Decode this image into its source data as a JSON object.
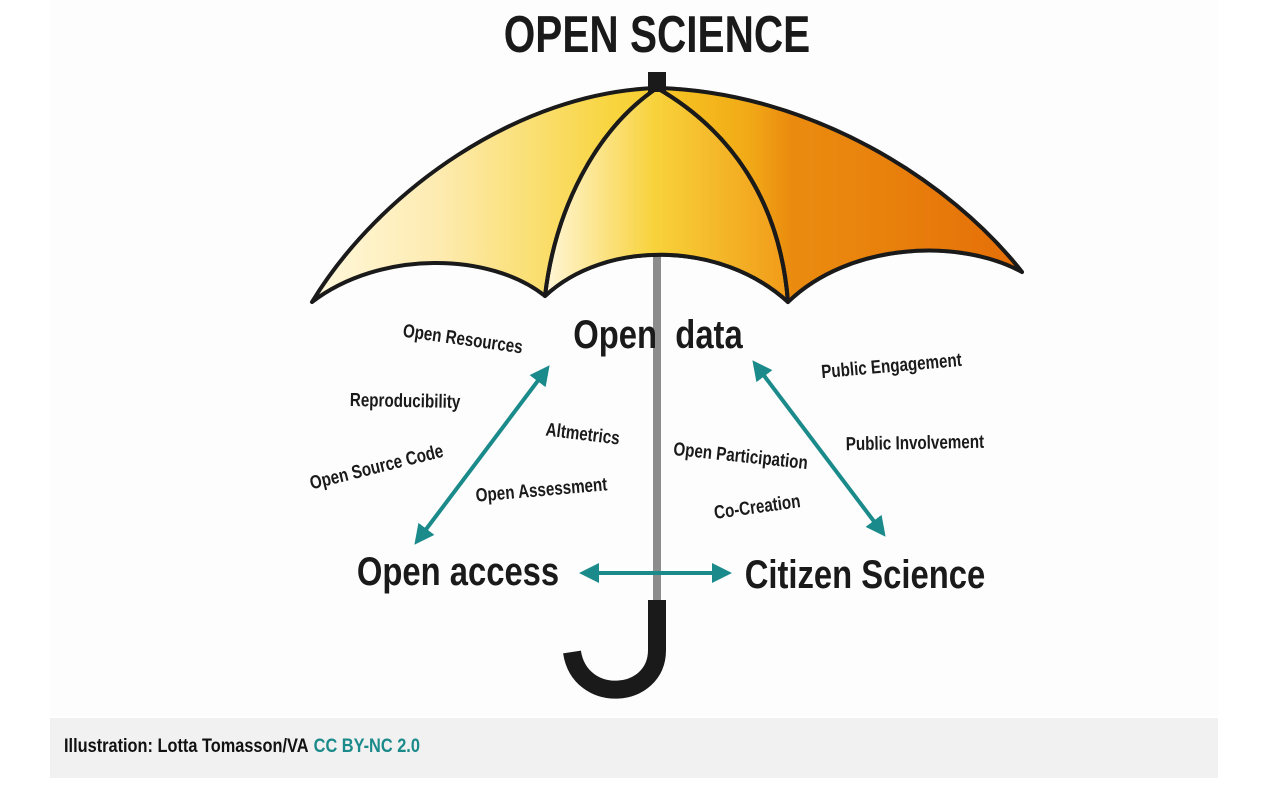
{
  "title": "OPEN SCIENCE",
  "main_labels": {
    "open_data": "Open  data",
    "open_access": "Open access",
    "citizen_science": "Citizen Science"
  },
  "keywords": {
    "open_resources": "Open Resources",
    "reproducibility": "Reproducibility",
    "open_source_code": "Open Source Code",
    "altmetrics": "Altmetrics",
    "open_assessment": "Open Assessment",
    "open_participation": "Open Participation",
    "co_creation": "Co-Creation",
    "public_engagement": "Public Engagement",
    "public_involvement": "Public Involvement"
  },
  "caption": {
    "text": "Illustration: Lotta Tomasson/VA",
    "license_link": "CC BY-NC 2.0"
  },
  "colors": {
    "arrow": "#1b8a8a",
    "umbrella_light": "#fff4cc",
    "umbrella_mid": "#f6c21c",
    "umbrella_dark": "#ea7406",
    "shaft": "#8c8c8c",
    "handle": "#1a1a1a"
  }
}
